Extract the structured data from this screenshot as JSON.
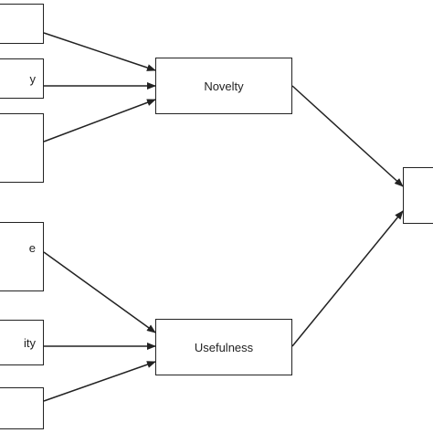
{
  "nodes": {
    "input_1": {
      "label": ""
    },
    "input_2": {
      "label": "y"
    },
    "input_3": {
      "label": ""
    },
    "input_4": {
      "label": "e"
    },
    "input_5": {
      "label": "ity"
    },
    "input_6": {
      "label": ""
    },
    "novelty": {
      "label": "Novelty"
    },
    "usefulness": {
      "label": "Usefulness"
    },
    "outcome": {
      "label": ""
    }
  },
  "edges": [
    {
      "from": "input_1",
      "to": "novelty"
    },
    {
      "from": "input_2",
      "to": "novelty"
    },
    {
      "from": "input_3",
      "to": "novelty"
    },
    {
      "from": "input_4",
      "to": "usefulness"
    },
    {
      "from": "input_5",
      "to": "usefulness"
    },
    {
      "from": "input_6",
      "to": "usefulness"
    },
    {
      "from": "novelty",
      "to": "outcome"
    },
    {
      "from": "usefulness",
      "to": "outcome"
    }
  ],
  "colors": {
    "stroke": "#222222",
    "background": "#ffffff"
  }
}
